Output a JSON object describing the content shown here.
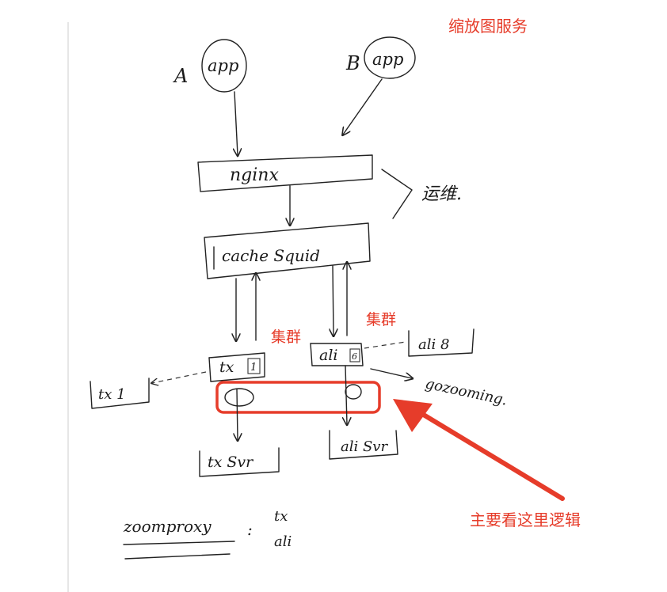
{
  "title": "缩放图服务",
  "app_a": {
    "letter": "A",
    "label": "app"
  },
  "app_b": {
    "letter": "B",
    "label": "app"
  },
  "nginx": {
    "label": "nginx"
  },
  "ops": {
    "label": "运维."
  },
  "cache": {
    "label": "cache  Squid"
  },
  "cluster_label_left": "集群",
  "cluster_label_right": "集群",
  "tx": {
    "label": "tx",
    "box": "1"
  },
  "ali": {
    "label": "ali",
    "box": "6"
  },
  "ali_peer": {
    "label": "ali 8"
  },
  "tx_peer": {
    "label": "tx 1"
  },
  "go_zooming": "gozooming.",
  "tx_svr": {
    "label": "tx Svr"
  },
  "ali_svr": {
    "label": "ali Svr"
  },
  "focus_note": "主要看这里逻辑",
  "footer": {
    "name": "zoomproxy",
    "sep": ":",
    "items": [
      "tx",
      "ali"
    ]
  },
  "colors": {
    "accent": "#e63c2a",
    "ink": "#222222"
  }
}
